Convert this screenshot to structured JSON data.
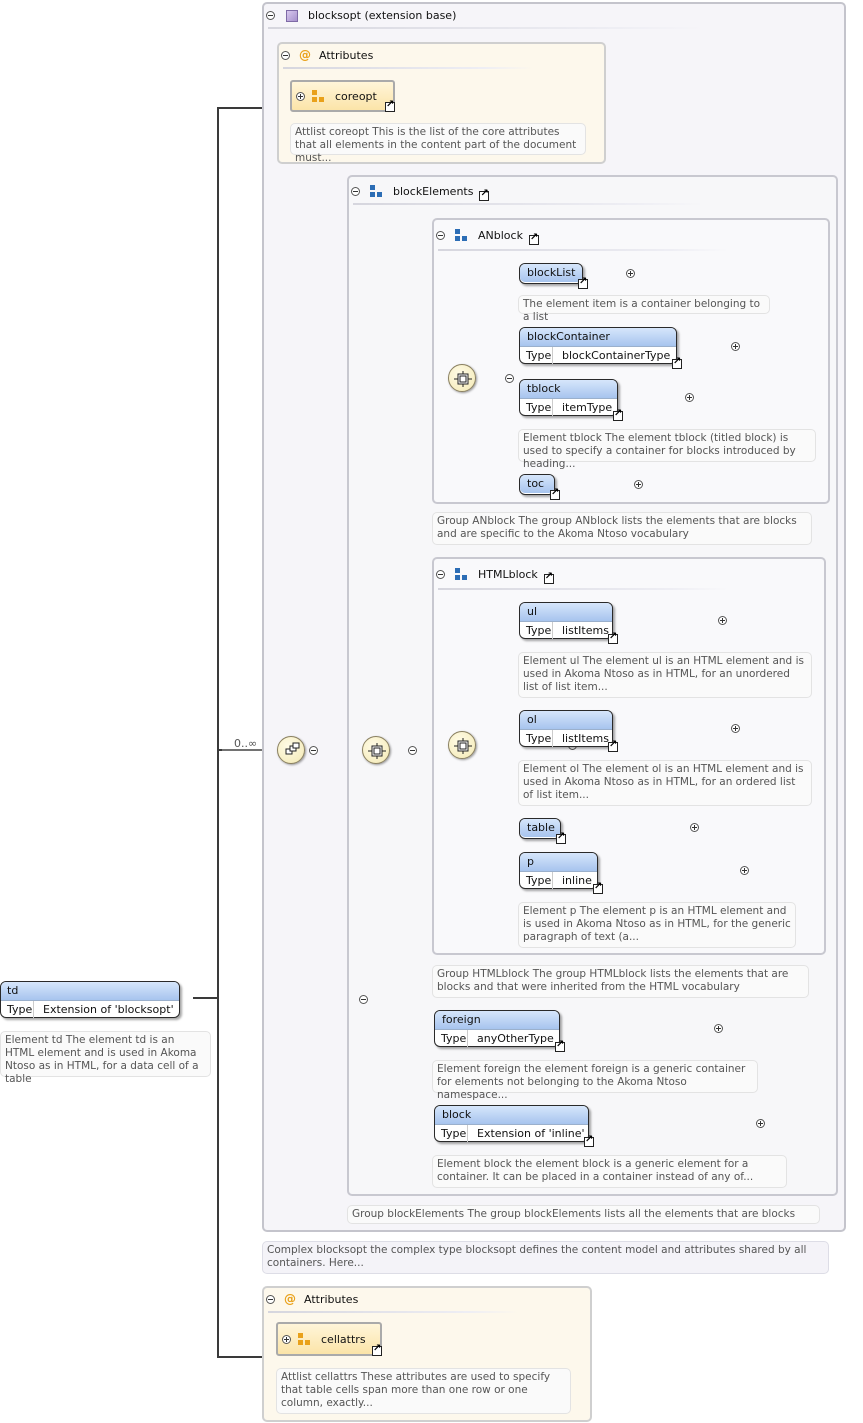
{
  "root": {
    "name": "td",
    "type_label": "Type",
    "type_value": "Extension of 'blocksopt'",
    "doc": "Element td The element td is an HTML element and is used in Akoma Ntoso as in HTML, for a data cell of a table"
  },
  "occurrence": "0..∞",
  "extension": {
    "title": "blocksopt (extension base)",
    "doc": "Complex blocksopt the complex type blocksopt defines the content model and attributes shared by all containers. Here..."
  },
  "attributes_top": {
    "title": "Attributes",
    "ref": "coreopt",
    "doc": "Attlist coreopt This is the list of the core attributes that all elements in the content part of the document must..."
  },
  "blockElements": {
    "title": "blockElements",
    "doc": "Group blockElements The group blockElements lists all the elements that are blocks"
  },
  "anblock": {
    "title": "ANblock",
    "doc": "Group ANblock The group ANblock lists the elements that are blocks and are specific to the Akoma Ntoso vocabulary",
    "blockList": {
      "name": "blockList",
      "doc": "The element item is a container belonging to a list"
    },
    "blockContainer": {
      "name": "blockContainer",
      "type_label": "Type",
      "type_value": "blockContainerType"
    },
    "tblock": {
      "name": "tblock",
      "type_label": "Type",
      "type_value": "itemType",
      "doc": "Element tblock The element tblock (titled block) is used to specify a container for blocks introduced by heading..."
    },
    "toc": {
      "name": "toc"
    }
  },
  "htmlblock": {
    "title": "HTMLblock",
    "doc": "Group HTMLblock The group HTMLblock lists the elements that are blocks and that were inherited from the HTML vocabulary",
    "ul": {
      "name": "ul",
      "type_label": "Type",
      "type_value": "listItems",
      "doc": "Element ul The element ul is an HTML element and is used in Akoma Ntoso as in HTML, for an unordered list of list item..."
    },
    "ol": {
      "name": "ol",
      "type_label": "Type",
      "type_value": "listItems",
      "doc": "Element ol The element ol is an HTML element and is used in Akoma Ntoso as in HTML, for an ordered list of list item..."
    },
    "table": {
      "name": "table"
    },
    "p": {
      "name": "p",
      "type_label": "Type",
      "type_value": "inline",
      "doc": "Element p The element p is an HTML element and is used in Akoma Ntoso as in HTML, for the generic paragraph of text (a..."
    }
  },
  "foreign": {
    "name": "foreign",
    "type_label": "Type",
    "type_value": "anyOtherType",
    "doc": "Element foreign the element foreign is a generic container for elements not belonging to the Akoma Ntoso namespace..."
  },
  "block": {
    "name": "block",
    "type_label": "Type",
    "type_value": "Extension of 'inline'",
    "doc": "Element block the element block is a generic element for a container. It can be placed in a container instead of any of..."
  },
  "attributes_bottom": {
    "title": "Attributes",
    "ref": "cellattrs",
    "doc": "Attlist cellattrs These attributes are used to specify that table cells span more than one row or one column, exactly..."
  }
}
